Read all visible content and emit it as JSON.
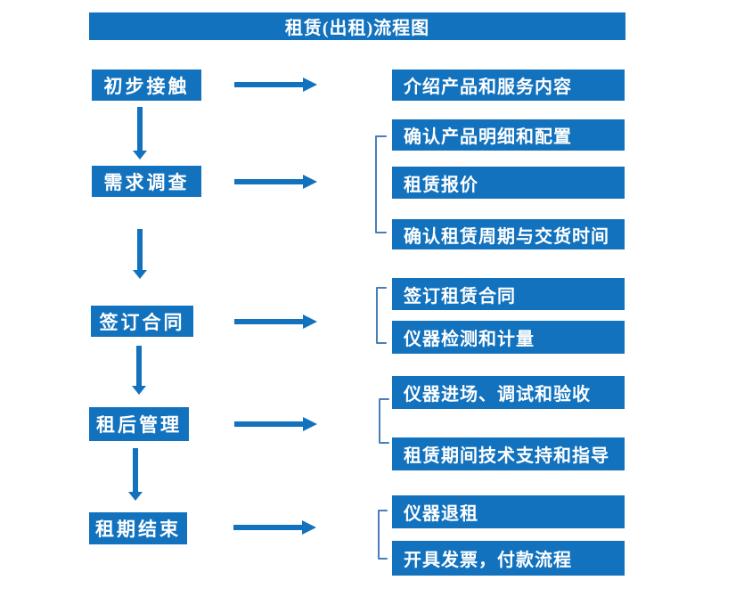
{
  "title": "租赁(出租)流程图",
  "colors": {
    "primary_blue": "#1272be",
    "bracket_blue": "#4a7eb8",
    "text_white": "#ffffff",
    "background": "#ffffff"
  },
  "steps": [
    {
      "label": "初步接触",
      "details": [
        "介绍产品和服务内容"
      ]
    },
    {
      "label": "需求调查",
      "details": [
        "确认产品明细和配置",
        "租赁报价",
        "确认租赁周期与交货时间"
      ]
    },
    {
      "label": "签订合同",
      "details": [
        "签订租赁合同",
        "仪器检测和计量"
      ]
    },
    {
      "label": "租后管理",
      "details": [
        "仪器进场、调试和验收",
        "租赁期间技术支持和指导"
      ]
    },
    {
      "label": "租期结束",
      "details": [
        "仪器退租",
        "开具发票，付款流程"
      ]
    }
  ]
}
